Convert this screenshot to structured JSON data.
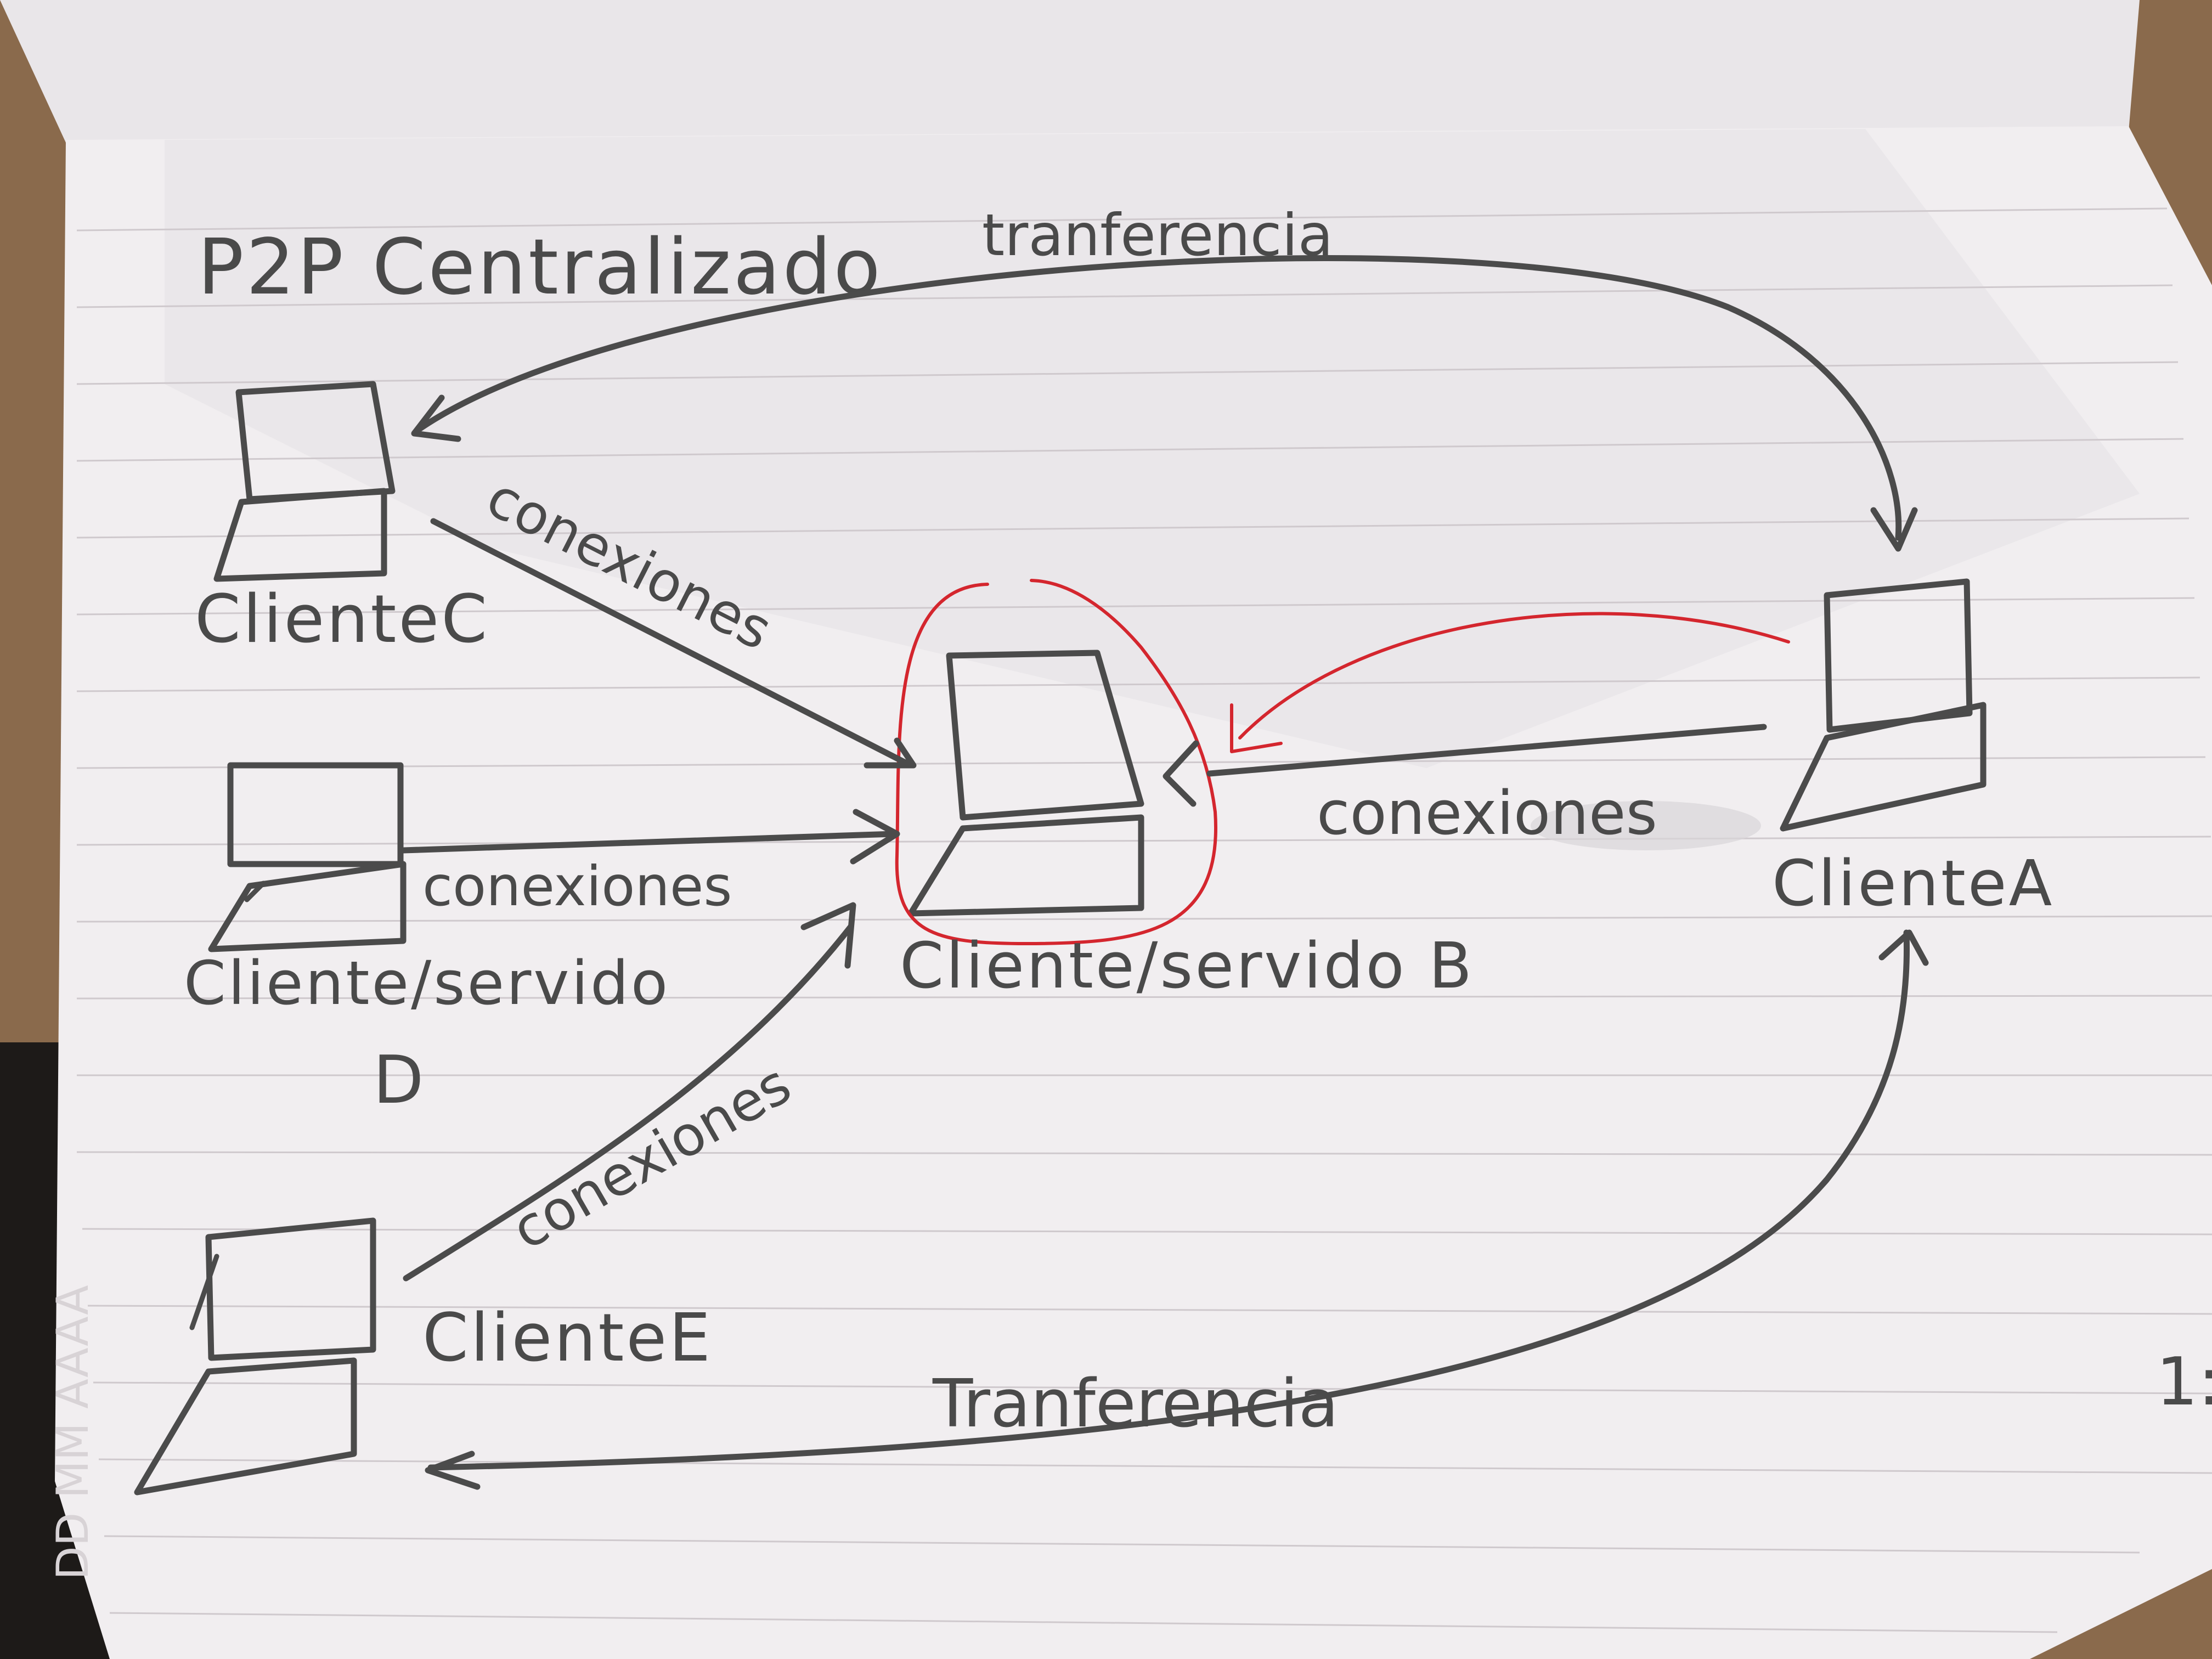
{
  "title": "P2P Centralizado",
  "nodes": {
    "client_a": "ClienteA",
    "server_b": "Cliente/servido B",
    "client_c": "ClienteC",
    "server_d_line1": "Cliente/servido",
    "server_d_line2": "D",
    "client_e": "ClienteE"
  },
  "edges": {
    "top_transfer": "tranferencia",
    "bottom_transfer": "Tranferencia",
    "c_to_b": "conexiones",
    "d_to_b": "conexiones",
    "e_to_b": "conexiones",
    "a_to_b": "conexiones"
  },
  "page_margin_marks": "DD   MM   AAAA",
  "edge_mark": "1:",
  "colors": {
    "pencil": "#4b4b4b",
    "red_pen": "#d4262e",
    "paper": "#f1eef0",
    "desk": "#8a6a4c"
  }
}
